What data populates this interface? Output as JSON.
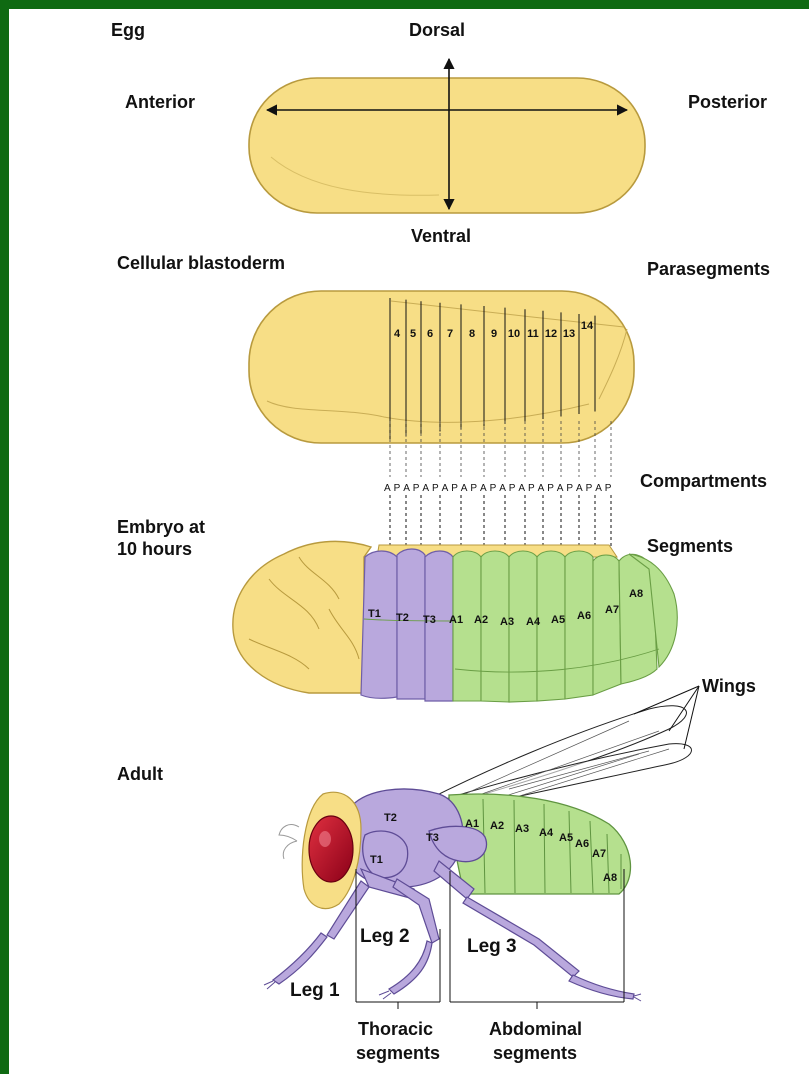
{
  "labels": {
    "egg": "Egg",
    "dorsal": "Dorsal",
    "anterior": "Anterior",
    "posterior": "Posterior",
    "ventral": "Ventral",
    "cellular_blastoderm": "Cellular blastoderm",
    "parasegments": "Parasegments",
    "compartments": "Compartments",
    "embryo_line1": "Embryo at",
    "embryo_line2": "10 hours",
    "segments": "Segments",
    "wings": "Wings",
    "adult": "Adult",
    "leg1": "Leg 1",
    "leg2": "Leg 2",
    "leg3": "Leg 3",
    "thoracic_line1": "Thoracic",
    "thoracic_line2": "segments",
    "abdominal_line1": "Abdominal",
    "abdominal_line2": "segments"
  },
  "parasegment_numbers": [
    "4",
    "5",
    "6",
    "7",
    "8",
    "9",
    "10",
    "11",
    "12",
    "13",
    "14"
  ],
  "compartment_letters": [
    "A",
    "P",
    "A",
    "P",
    "A",
    "P",
    "A",
    "P",
    "A",
    "P",
    "A",
    "P",
    "A",
    "P",
    "A",
    "P",
    "A",
    "P",
    "A",
    "P",
    "A",
    "P",
    "A",
    "P"
  ],
  "embryo_segments": [
    "T1",
    "T2",
    "T3",
    "A1",
    "A2",
    "A3",
    "A4",
    "A5",
    "A6",
    "A7",
    "A8"
  ],
  "adult_segments": [
    "T1",
    "T2",
    "T3",
    "A1",
    "A2",
    "A3",
    "A4",
    "A5",
    "A6",
    "A7",
    "A8"
  ],
  "colors": {
    "border": "#0f6a12",
    "egg_fill": "#f7de86",
    "egg_stroke": "#b89a3e",
    "thorax_fill": "#b9a8dd",
    "abdomen_fill": "#b5e08e",
    "eye": "#c8102e"
  }
}
